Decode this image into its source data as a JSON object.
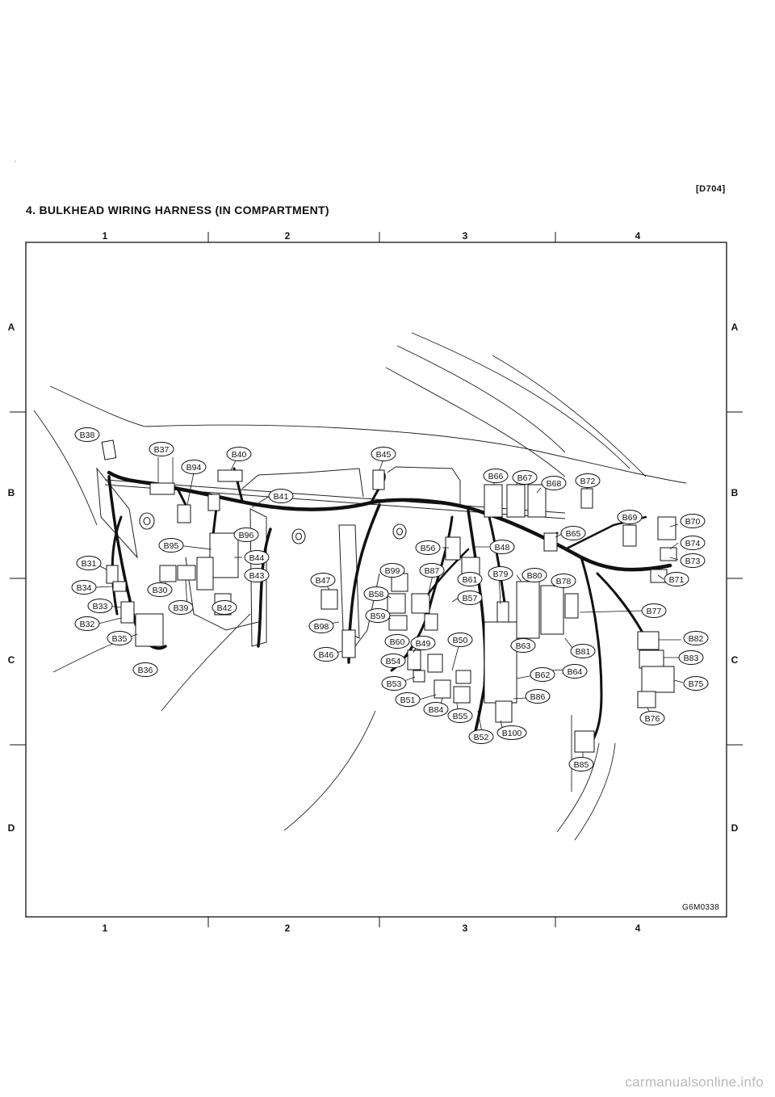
{
  "header": {
    "code": "[D704]",
    "title": "4. BULKHEAD WIRING HARNESS (IN COMPARTMENT)"
  },
  "grid": {
    "columns": [
      "1",
      "2",
      "3",
      "4"
    ],
    "rows": [
      "A",
      "B",
      "C",
      "D"
    ]
  },
  "figure_code": "G6M0338",
  "connectors": [
    "B38",
    "B37",
    "B40",
    "B94",
    "B45",
    "B66",
    "B67",
    "B68",
    "B72",
    "B41",
    "B69",
    "B70",
    "B74",
    "B73",
    "B71",
    "B96",
    "B95",
    "B65",
    "B56",
    "B48",
    "B31",
    "B44",
    "B43",
    "B34",
    "B30",
    "B99",
    "B87",
    "B61",
    "B79",
    "B80",
    "B78",
    "B47",
    "B58",
    "B57",
    "B33",
    "B39",
    "B59",
    "B77",
    "B32",
    "B42",
    "B98",
    "B35",
    "B60",
    "B49",
    "B50",
    "B63",
    "B82",
    "B46",
    "B81",
    "B83",
    "B36",
    "B54",
    "B64",
    "B62",
    "B75",
    "B53",
    "B86",
    "B51",
    "B84",
    "B55",
    "B76",
    "B52",
    "B100",
    "B85"
  ],
  "watermark": "carmanualsonline.info"
}
